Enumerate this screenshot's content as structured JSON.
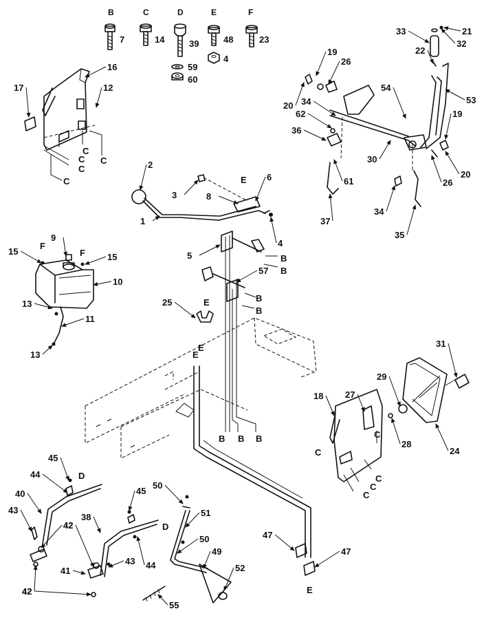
{
  "fastener_headers": [
    "B",
    "C",
    "D",
    "E",
    "F"
  ],
  "fastener_numbers": [
    "7",
    "14",
    "39",
    "59",
    "60",
    "48",
    "4",
    "23"
  ],
  "callouts": [
    "1",
    "2",
    "3",
    "4",
    "5",
    "6",
    "8",
    "9",
    "10",
    "11",
    "12",
    "13",
    "15",
    "16",
    "17",
    "18",
    "19",
    "20",
    "21",
    "22",
    "23",
    "24",
    "25",
    "26",
    "27",
    "28",
    "29",
    "30",
    "31",
    "32",
    "33",
    "34",
    "35",
    "36",
    "37",
    "38",
    "40",
    "41",
    "42",
    "43",
    "44",
    "45",
    "47",
    "49",
    "50",
    "51",
    "52",
    "53",
    "54",
    "55",
    "57",
    "61",
    "62"
  ],
  "ref_letters": [
    "B",
    "C",
    "D",
    "E",
    "F"
  ]
}
